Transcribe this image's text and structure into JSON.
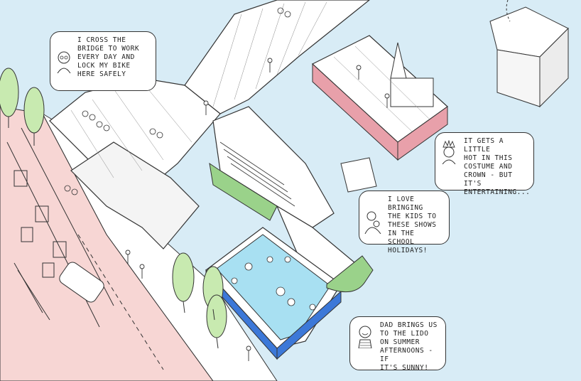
{
  "colors": {
    "water": "#d8ecf6",
    "street": "#f7d6d4",
    "deck": "#ffffff",
    "lido_water": "#a8e0f2",
    "hull_red": "#e8a0aa",
    "hull_green": "#9ad28a",
    "hull_blue": "#3c78d8",
    "tree": "#c8eab0",
    "ink": "#333333"
  },
  "bubbles": [
    {
      "id": "cyclist",
      "face_icon": "man-with-glasses-icon",
      "text": "I cross the\nbridge to work\nevery day and\nlock my bike\nhere safely"
    },
    {
      "id": "performer",
      "face_icon": "crowned-performer-icon",
      "text": "It gets a little\nhot in this\ncostume and\ncrown - but it's\nentertaining..."
    },
    {
      "id": "parent",
      "face_icon": "parent-with-child-icon",
      "text": "I love bringing\nthe kids to\nthese shows\nin the school\nholidays!"
    },
    {
      "id": "child",
      "face_icon": "smiling-child-icon",
      "text": "Dad brings us\nto the lido\non summer\nafternoons - if\nit's sunny!"
    }
  ]
}
